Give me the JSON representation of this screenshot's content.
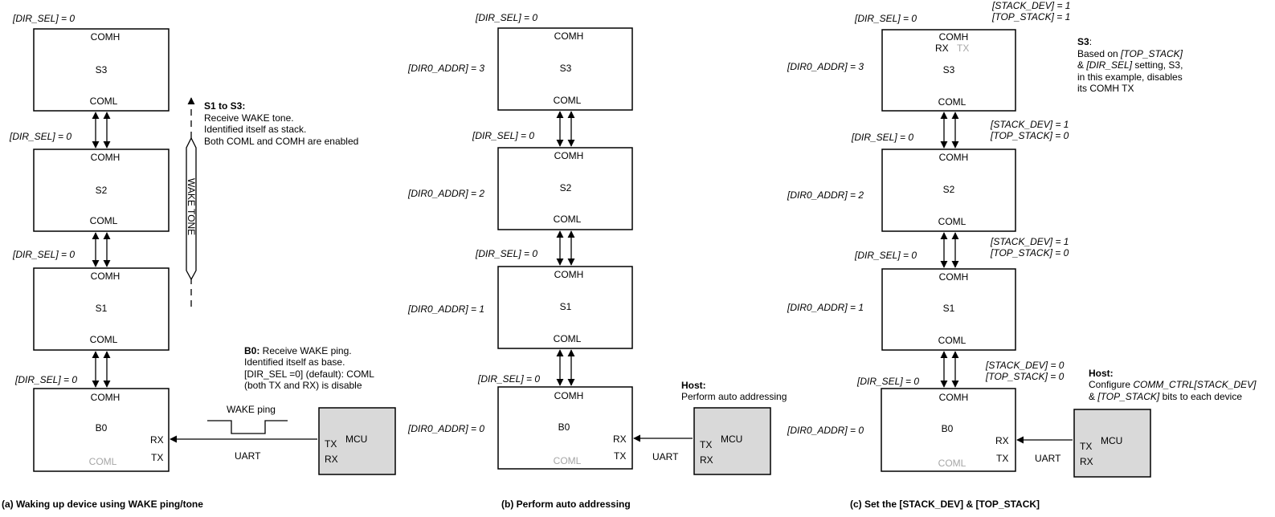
{
  "panels": [
    {
      "caption": "(a) Waking up device using WAKE ping/tone",
      "dir_sel": [
        "[DIR_SEL] = 0",
        "[DIR_SEL] = 0",
        "[DIR_SEL] = 0",
        "[DIR_SEL] = 0"
      ],
      "devices": [
        {
          "top": "COMH",
          "name": "S3",
          "bottom": "COML"
        },
        {
          "top": "COMH",
          "name": "S2",
          "bottom": "COML"
        },
        {
          "top": "COMH",
          "name": "S1",
          "bottom": "COML"
        },
        {
          "top": "COMH",
          "name": "B0",
          "bottom": "COML",
          "rx": "RX",
          "tx": "TX"
        }
      ],
      "note_stack": {
        "title": "S1 to S3:",
        "lines": [
          "Receive WAKE tone.",
          "Identified itself as stack.",
          "Both COML and COMH are enabled"
        ]
      },
      "wake_tone": "WAKE TONE",
      "note_base": {
        "title": "B0:",
        "first": " Receive WAKE ping.",
        "lines": [
          "Identified itself as base.",
          "[DIR_SEL =0] (default): COML",
          "(both TX and RX) is disable"
        ]
      },
      "wake_ping": "WAKE ping",
      "uart": "UART",
      "mcu": {
        "name": "MCU",
        "tx": "TX",
        "rx": "RX"
      }
    },
    {
      "caption": "(b) Perform auto addressing",
      "dir_sel": [
        "[DIR_SEL] = 0",
        "[DIR_SEL] = 0",
        "[DIR_SEL] = 0",
        "[DIR_SEL] = 0"
      ],
      "addr": [
        "[DIR0_ADDR] = 3",
        "[DIR0_ADDR] = 2",
        "[DIR0_ADDR] = 1",
        "[DIR0_ADDR] = 0"
      ],
      "devices": [
        {
          "top": "COMH",
          "name": "S3",
          "bottom": "COML"
        },
        {
          "top": "COMH",
          "name": "S2",
          "bottom": "COML"
        },
        {
          "top": "COMH",
          "name": "S1",
          "bottom": "COML"
        },
        {
          "top": "COMH",
          "name": "B0",
          "bottom": "COML",
          "rx": "RX",
          "tx": "TX"
        }
      ],
      "host": {
        "title": "Host:",
        "text": "Perform auto addressing"
      },
      "uart": "UART",
      "mcu": {
        "name": "MCU",
        "tx": "TX",
        "rx": "RX"
      }
    },
    {
      "caption": "(c) Set the [STACK_DEV] & [TOP_STACK]",
      "dir_sel": [
        "[DIR_SEL] = 0",
        "[DIR_SEL] = 0",
        "[DIR_SEL] = 0",
        "[DIR_SEL] = 0"
      ],
      "addr": [
        "[DIR0_ADDR] = 3",
        "[DIR0_ADDR] = 2",
        "[DIR0_ADDR] = 1",
        "[DIR0_ADDR] = 0"
      ],
      "stack": [
        [
          "[STACK_DEV] = 1",
          "[TOP_STACK] = 1"
        ],
        [
          "[STACK_DEV] = 1",
          "[TOP_STACK] = 0"
        ],
        [
          "[STACK_DEV] = 1",
          "[TOP_STACK] = 0"
        ],
        [
          "[STACK_DEV] = 0",
          "[TOP_STACK] = 0"
        ]
      ],
      "devices": [
        {
          "top": "COMH",
          "name": "S3",
          "bottom": "COML",
          "rx": "RX",
          "tx": "TX"
        },
        {
          "top": "COMH",
          "name": "S2",
          "bottom": "COML"
        },
        {
          "top": "COMH",
          "name": "S1",
          "bottom": "COML"
        },
        {
          "top": "COMH",
          "name": "B0",
          "bottom": "COML",
          "rx": "RX",
          "tx": "TX"
        }
      ],
      "note_s3": {
        "title": "S3",
        "colon": ":",
        "l1a": "Based on ",
        "l1b": "[TOP_STACK]",
        "l2a": "& ",
        "l2b": "[DIR_SEL]",
        "l2c": " setting, S3,",
        "l3": "in this example, disables",
        "l4": "its COMH TX"
      },
      "host": {
        "title": "Host:",
        "l1a": "Configure ",
        "l1b": "COMM_CTRL[STACK_DEV]",
        "l2a": "& ",
        "l2b": "[TOP_STACK]",
        "l2c": " bits to each device"
      },
      "uart": "UART",
      "mcu": {
        "name": "MCU",
        "tx": "TX",
        "rx": "RX"
      }
    }
  ]
}
